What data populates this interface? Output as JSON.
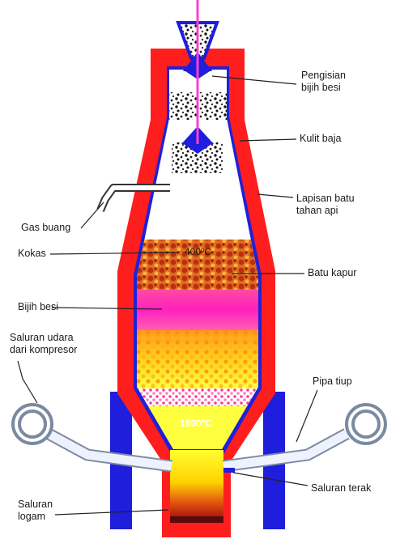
{
  "labels": {
    "pengisian": [
      "Pengisian",
      "bijih besi"
    ],
    "kulit_baja": "Kulit baja",
    "lapisan": [
      "Lapisan batu",
      "tahan api"
    ],
    "gas_buang": "Gas buang",
    "kokas": "Kokas",
    "batu_kapur": "Batu kapur",
    "bijih_besi": "Bijih besi",
    "saluran_udara": [
      "Saluran udara",
      "dari kompresor"
    ],
    "pipa_tiup": "Pipa tiup",
    "saluran_terak": "Saluran terak",
    "saluran_logam": [
      "Saluran",
      "logam"
    ]
  },
  "temperatures": {
    "top": "400ºC",
    "bottom": "1800ºC"
  },
  "colors": {
    "shell": "#ff1e1e",
    "lining": "#1e1edc",
    "pipe": "#ffffff",
    "coke": "#d9451e",
    "ore": "#ff1eb4",
    "molten": "#ffe600"
  }
}
